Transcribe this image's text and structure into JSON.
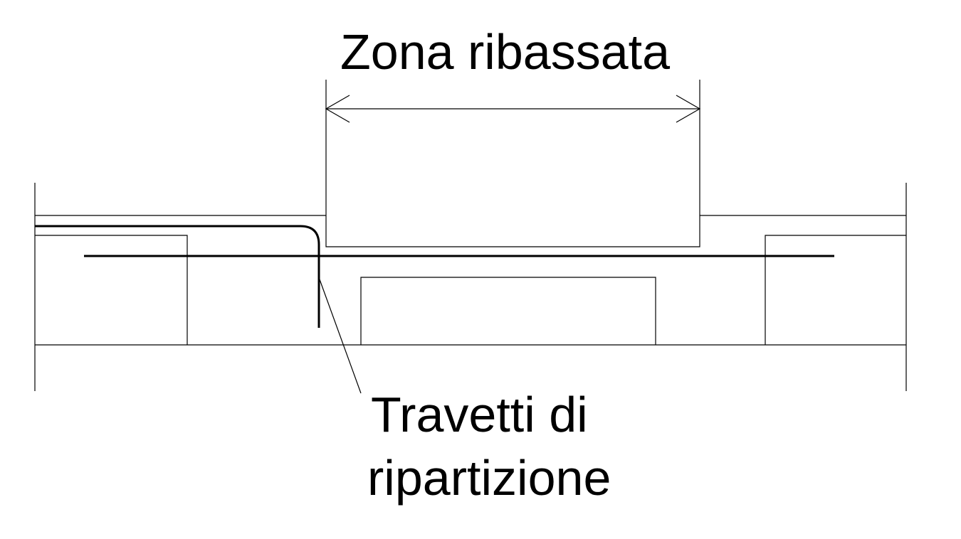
{
  "labels": {
    "dimension": "Zona ribassata",
    "callout_line1": "Travetti di",
    "callout_line2": "ripartizione"
  },
  "colors": {
    "line": "#000000",
    "background": "#ffffff"
  }
}
